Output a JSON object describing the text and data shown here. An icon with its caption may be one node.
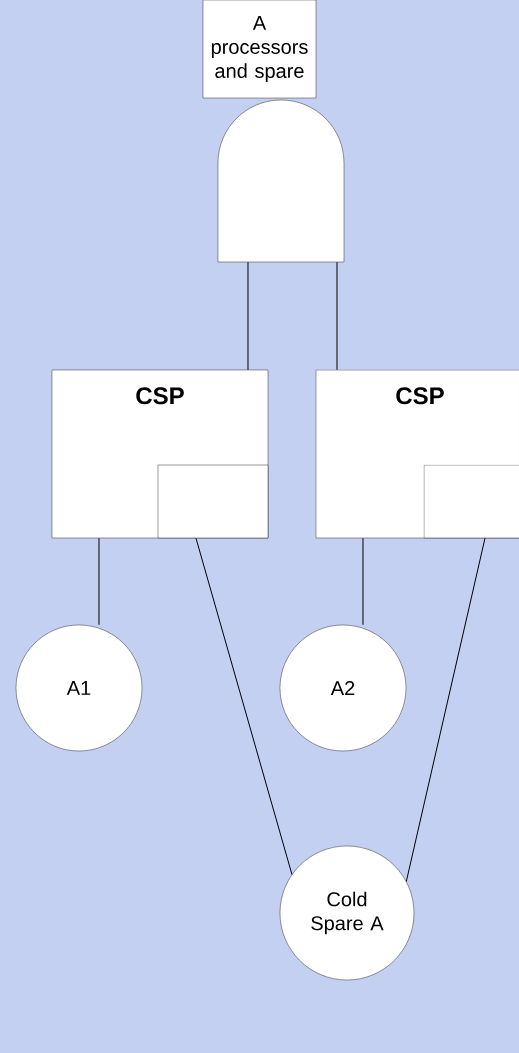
{
  "diagram": {
    "nodes": [
      {
        "text": [
          "A processors and spare"
        ]
      },
      {
        "text": [],
        "shape": "gate"
      },
      {
        "text": [
          "CSP"
        ]
      },
      {
        "text": [],
        "shape": "box",
        "in": 2
      },
      {
        "text": [
          "CSP"
        ]
      },
      {
        "text": [],
        "shape": "box",
        "in": 4
      },
      {
        "text": [
          "A1"
        ]
      },
      {
        "text": [
          "A2"
        ]
      },
      {
        "text": [
          "Cold Spare A"
        ]
      }
    ],
    "edges": [
      {
        "from": 1,
        "to": 2,
        "arrow": "none"
      },
      {
        "from": 1,
        "to": 4,
        "arrow": "none"
      },
      {
        "from": 2,
        "to": 6,
        "arrow": "none"
      },
      {
        "from": 3,
        "to": 8,
        "arrow": "none"
      },
      {
        "from": 4,
        "to": 7,
        "arrow": "none"
      },
      {
        "from": 5,
        "to": 8,
        "arrow": "none"
      }
    ]
  }
}
